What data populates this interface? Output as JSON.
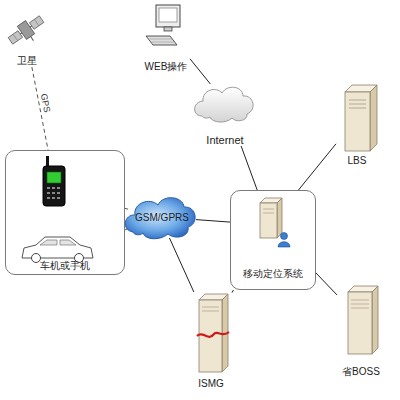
{
  "diagram": {
    "nodes": [
      {
        "text": [
          "卫星"
        ]
      },
      {
        "text": [
          "WEB操作"
        ]
      },
      {
        "text": [
          "Internet"
        ]
      },
      {
        "text": [
          "LBS"
        ]
      },
      {
        "text": [
          "车机或手机"
        ]
      },
      {
        "text": [
          "GSM/GPRS"
        ]
      },
      {
        "text": [
          "移动定位系统"
        ]
      },
      {
        "text": [
          "ISMG"
        ]
      },
      {
        "text": [
          "省BOSS"
        ]
      }
    ],
    "edges": [
      {
        "from": 0,
        "to": 4,
        "label": "GPS",
        "arrow": "none"
      },
      {
        "from": 4,
        "to": 5,
        "arrow": "none"
      },
      {
        "from": 4,
        "to": 5,
        "arrow": "none"
      },
      {
        "from": 1,
        "to": 2,
        "arrow": "none"
      },
      {
        "from": 2,
        "to": 6,
        "arrow": "none"
      },
      {
        "from": 6,
        "to": 3,
        "arrow": "none"
      },
      {
        "from": 5,
        "to": 6,
        "arrow": "none"
      },
      {
        "from": 5,
        "to": 7,
        "arrow": "none"
      },
      {
        "from": 7,
        "to": 6,
        "arrow": "none"
      },
      {
        "from": 6,
        "to": 8,
        "arrow": "none"
      }
    ]
  }
}
